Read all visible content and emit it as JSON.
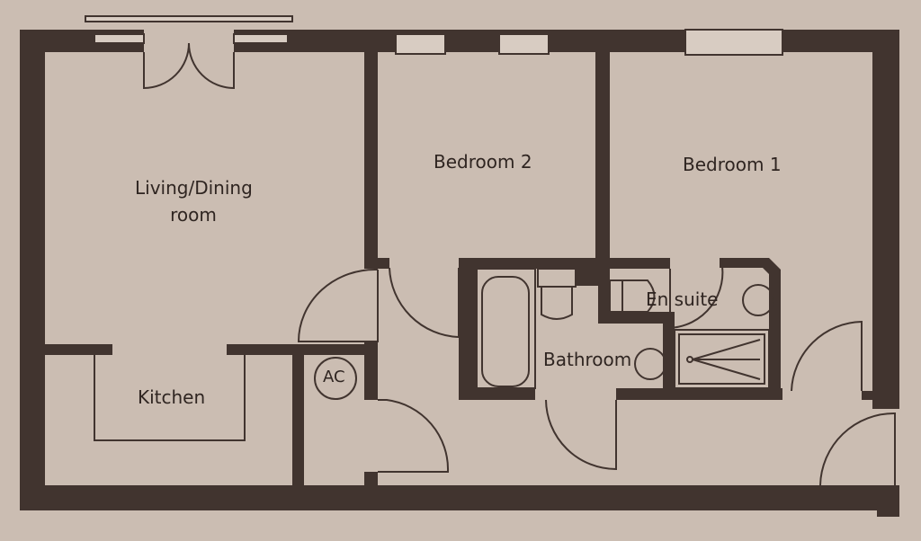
{
  "plan": {
    "rooms": {
      "living": "Living/Dining room",
      "kitchen": "Kitchen",
      "bedroom1": "Bedroom 1",
      "bedroom2": "Bedroom 2",
      "bathroom": "Bathroom",
      "ensuite": "En suite",
      "ac": "AC"
    },
    "colors": {
      "background": "#cbbdb2",
      "wall": "#41342f"
    }
  }
}
